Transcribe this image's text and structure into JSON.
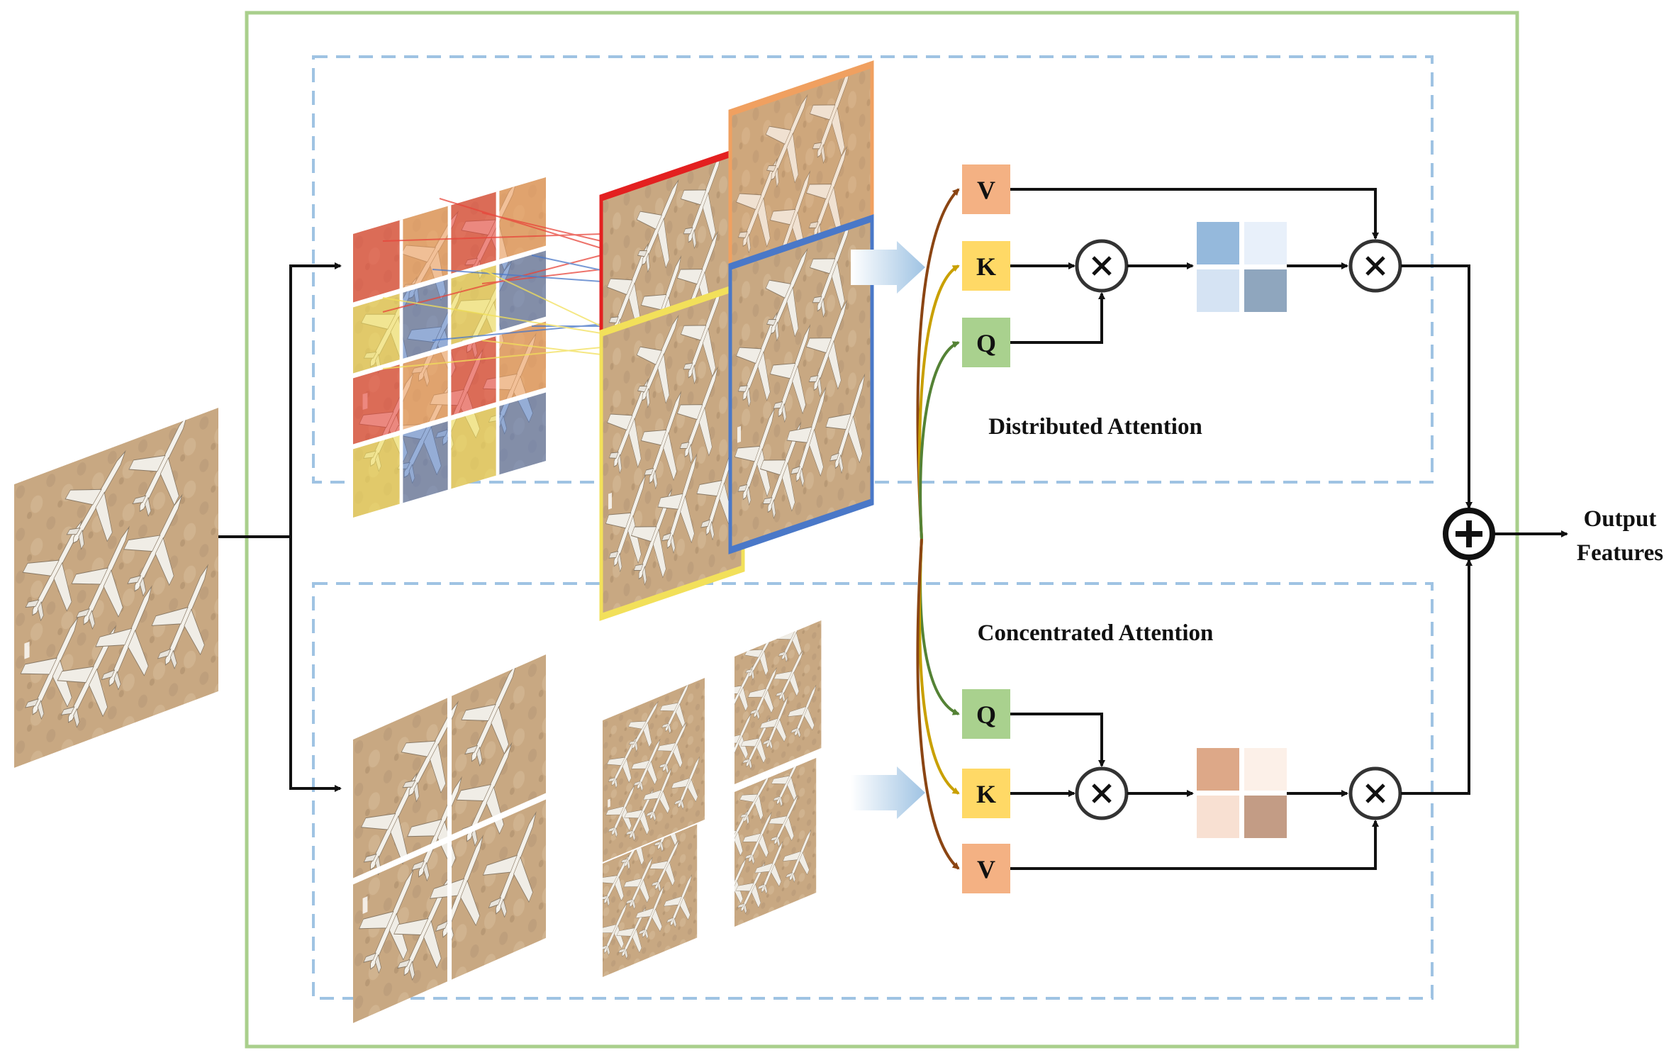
{
  "diagram": {
    "distributed": {
      "caption": "Distributed Attention",
      "v": "V",
      "k": "K",
      "q": "Q"
    },
    "concentrated": {
      "caption": "Concentrated Attention",
      "q": "Q",
      "k": "K",
      "v": "V"
    },
    "output": {
      "line1": "Output",
      "line2": "Features"
    },
    "colors": {
      "outer_border": "#a9cf8c",
      "dashed_border": "#9fc3e3",
      "v_box": "#f4b183",
      "k_box": "#ffd966",
      "q_box": "#a9d18e",
      "patch_red": "#e8453a",
      "patch_orange": "#f0a060",
      "patch_yellow": "#f2e05a",
      "patch_blue": "#4a78c8",
      "arrow_brown": "#8b4513",
      "arrow_gold": "#c9a000",
      "arrow_green": "#548235",
      "sand": "#c8a882"
    },
    "icons": [
      "multiply-icon",
      "plus-icon",
      "attention-map-icon",
      "feature-map-image"
    ]
  }
}
